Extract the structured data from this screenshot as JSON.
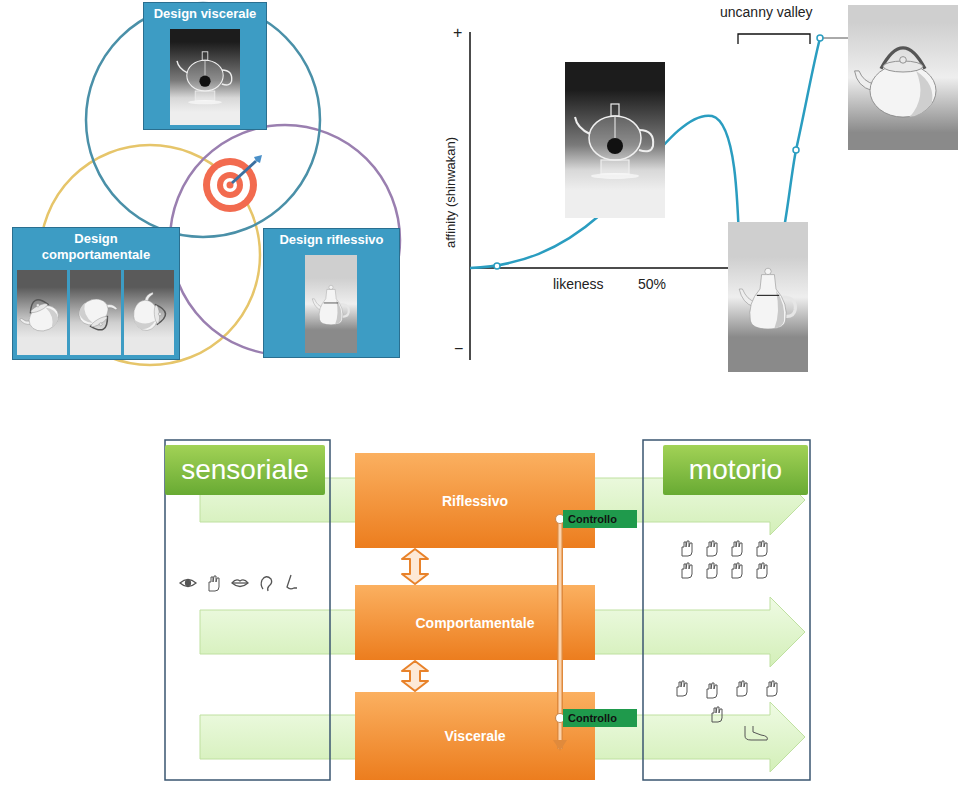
{
  "diagram": {
    "nodes": [
      {
        "text": [
          "Design viscerale"
        ]
      },
      {
        "text": [
          "Design comportamentale"
        ]
      },
      {
        "text": [
          "Design riflessivo"
        ]
      },
      {
        "text": [
          "sensoriale"
        ]
      },
      {
        "text": [
          "Riflessivo"
        ]
      },
      {
        "text": [
          "Controllo"
        ]
      },
      {
        "text": [
          "motorio"
        ]
      },
      {
        "text": [
          "Comportamentale"
        ]
      },
      {
        "text": [
          "Viscerale"
        ]
      },
      {
        "text": [
          "Controllo"
        ]
      }
    ],
    "edges": [
      {
        "from": 4,
        "to": 7,
        "arrow": "both"
      },
      {
        "from": 7,
        "to": 8,
        "arrow": "both"
      },
      {
        "from": 5,
        "to": 9,
        "arrow": "to"
      }
    ],
    "labels": [
      "uncanny valley",
      "+",
      "affinity (shinwakan)",
      "likeness",
      "50%",
      "−"
    ]
  }
}
